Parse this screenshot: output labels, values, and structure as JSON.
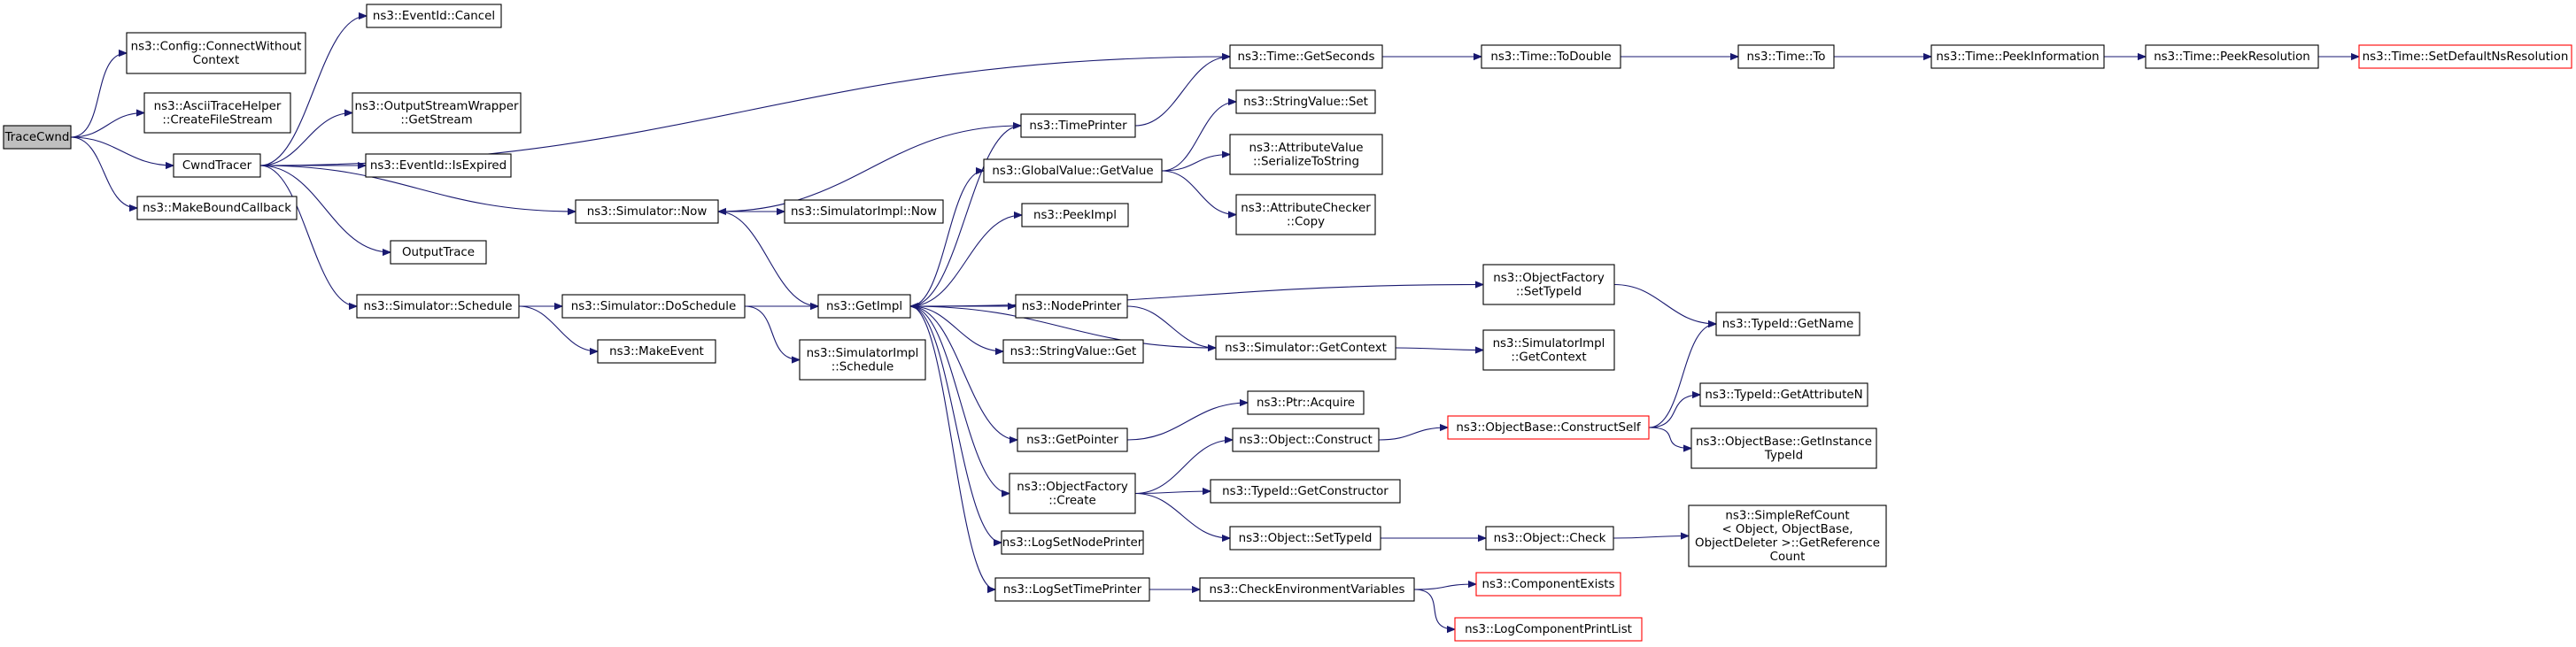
{
  "graph": {
    "type": "call-graph",
    "root": "TraceCwnd",
    "colors": {
      "edge": "#191970",
      "root_fill": "#bfbfbf",
      "truncated_border": "#ff0000"
    },
    "nodes": [
      {
        "id": "n1",
        "lines": [
          "TraceCwnd"
        ],
        "root": true
      },
      {
        "id": "n2",
        "lines": [
          "ns3::Config::ConnectWithout",
          "Context"
        ]
      },
      {
        "id": "n3",
        "lines": [
          "ns3::AsciiTraceHelper",
          "::CreateFileStream"
        ]
      },
      {
        "id": "n4",
        "lines": [
          "CwndTracer"
        ]
      },
      {
        "id": "n5",
        "lines": [
          "ns3::MakeBoundCallback"
        ]
      },
      {
        "id": "n6",
        "lines": [
          "ns3::EventId::Cancel"
        ]
      },
      {
        "id": "n7",
        "lines": [
          "ns3::OutputStreamWrapper",
          "::GetStream"
        ]
      },
      {
        "id": "n8",
        "lines": [
          "ns3::EventId::IsExpired"
        ]
      },
      {
        "id": "n9",
        "lines": [
          "ns3::Simulator::Now"
        ]
      },
      {
        "id": "n10",
        "lines": [
          "OutputTrace"
        ]
      },
      {
        "id": "n11",
        "lines": [
          "ns3::Simulator::Schedule"
        ]
      },
      {
        "id": "n12",
        "lines": [
          "ns3::Time::GetSeconds"
        ]
      },
      {
        "id": "n13",
        "lines": [
          "ns3::Time::ToDouble"
        ]
      },
      {
        "id": "n14",
        "lines": [
          "ns3::Time::To"
        ]
      },
      {
        "id": "n15",
        "lines": [
          "ns3::Time::PeekInformation"
        ]
      },
      {
        "id": "n16",
        "lines": [
          "ns3::Time::PeekResolution"
        ]
      },
      {
        "id": "n17",
        "lines": [
          "ns3::Time::SetDefaultNsResolution"
        ],
        "truncated": true
      },
      {
        "id": "n18",
        "lines": [
          "ns3::TimePrinter"
        ]
      },
      {
        "id": "n19",
        "lines": [
          "ns3::GlobalValue::GetValue"
        ]
      },
      {
        "id": "n20",
        "lines": [
          "ns3::StringValue::Set"
        ]
      },
      {
        "id": "n21",
        "lines": [
          "ns3::AttributeValue",
          "::SerializeToString"
        ]
      },
      {
        "id": "n22",
        "lines": [
          "ns3::AttributeChecker",
          "::Copy"
        ]
      },
      {
        "id": "n23",
        "lines": [
          "ns3::SimulatorImpl::Now"
        ]
      },
      {
        "id": "n24",
        "lines": [
          "ns3::PeekImpl"
        ]
      },
      {
        "id": "n25",
        "lines": [
          "ns3::GetImpl"
        ]
      },
      {
        "id": "n26",
        "lines": [
          "ns3::Simulator::DoSchedule"
        ]
      },
      {
        "id": "n27",
        "lines": [
          "ns3::MakeEvent"
        ]
      },
      {
        "id": "n28",
        "lines": [
          "ns3::SimulatorImpl",
          "::Schedule"
        ]
      },
      {
        "id": "n29",
        "lines": [
          "ns3::NodePrinter"
        ]
      },
      {
        "id": "n30",
        "lines": [
          "ns3::StringValue::Get"
        ]
      },
      {
        "id": "n31",
        "lines": [
          "ns3::Simulator::GetContext"
        ]
      },
      {
        "id": "n32",
        "lines": [
          "ns3::SimulatorImpl",
          "::GetContext"
        ]
      },
      {
        "id": "n33",
        "lines": [
          "ns3::ObjectFactory",
          "::SetTypeId"
        ]
      },
      {
        "id": "n34",
        "lines": [
          "ns3::TypeId::GetName"
        ]
      },
      {
        "id": "n35",
        "lines": [
          "ns3::Ptr::Acquire"
        ]
      },
      {
        "id": "n36",
        "lines": [
          "ns3::GetPointer"
        ]
      },
      {
        "id": "n37",
        "lines": [
          "ns3::ObjectBase::ConstructSelf"
        ],
        "truncated": true
      },
      {
        "id": "n38",
        "lines": [
          "ns3::TypeId::GetAttributeN"
        ]
      },
      {
        "id": "n39",
        "lines": [
          "ns3::ObjectBase::GetInstance",
          "TypeId"
        ]
      },
      {
        "id": "n40",
        "lines": [
          "ns3::Object::Construct"
        ]
      },
      {
        "id": "n41",
        "lines": [
          "ns3::ObjectFactory",
          "::Create"
        ]
      },
      {
        "id": "n42",
        "lines": [
          "ns3::TypeId::GetConstructor"
        ]
      },
      {
        "id": "n43",
        "lines": [
          "ns3::Object::SetTypeId"
        ]
      },
      {
        "id": "n44",
        "lines": [
          "ns3::Object::Check"
        ]
      },
      {
        "id": "n45",
        "lines": [
          "ns3::SimpleRefCount",
          "< Object, ObjectBase,",
          "ObjectDeleter >::GetReference",
          "Count"
        ]
      },
      {
        "id": "n46",
        "lines": [
          "ns3::LogSetNodePrinter"
        ]
      },
      {
        "id": "n47",
        "lines": [
          "ns3::LogSetTimePrinter"
        ]
      },
      {
        "id": "n48",
        "lines": [
          "ns3::CheckEnvironmentVariables"
        ]
      },
      {
        "id": "n49",
        "lines": [
          "ns3::ComponentExists"
        ],
        "truncated": true
      },
      {
        "id": "n50",
        "lines": [
          "ns3::LogComponentPrintList"
        ],
        "truncated": true
      }
    ],
    "edges": [
      [
        "n1",
        "n2"
      ],
      [
        "n1",
        "n3"
      ],
      [
        "n1",
        "n4"
      ],
      [
        "n1",
        "n5"
      ],
      [
        "n4",
        "n6"
      ],
      [
        "n4",
        "n7"
      ],
      [
        "n4",
        "n8"
      ],
      [
        "n4",
        "n9"
      ],
      [
        "n4",
        "n10"
      ],
      [
        "n4",
        "n11"
      ],
      [
        "n4",
        "n12"
      ],
      [
        "n12",
        "n13"
      ],
      [
        "n13",
        "n14"
      ],
      [
        "n14",
        "n15"
      ],
      [
        "n15",
        "n16"
      ],
      [
        "n16",
        "n17"
      ],
      [
        "n18",
        "n9"
      ],
      [
        "n18",
        "n12"
      ],
      [
        "n9",
        "n23"
      ],
      [
        "n9",
        "n25"
      ],
      [
        "n11",
        "n26"
      ],
      [
        "n11",
        "n27"
      ],
      [
        "n26",
        "n25"
      ],
      [
        "n26",
        "n28"
      ],
      [
        "n25",
        "n18"
      ],
      [
        "n25",
        "n19"
      ],
      [
        "n25",
        "n24"
      ],
      [
        "n25",
        "n33"
      ],
      [
        "n25",
        "n29"
      ],
      [
        "n25",
        "n30"
      ],
      [
        "n25",
        "n36"
      ],
      [
        "n25",
        "n41"
      ],
      [
        "n25",
        "n46"
      ],
      [
        "n25",
        "n47"
      ],
      [
        "n19",
        "n20"
      ],
      [
        "n19",
        "n21"
      ],
      [
        "n19",
        "n22"
      ],
      [
        "n29",
        "n31"
      ],
      [
        "n31",
        "n25"
      ],
      [
        "n31",
        "n32"
      ],
      [
        "n33",
        "n34"
      ],
      [
        "n36",
        "n35"
      ],
      [
        "n41",
        "n40"
      ],
      [
        "n41",
        "n42"
      ],
      [
        "n41",
        "n43"
      ],
      [
        "n40",
        "n37"
      ],
      [
        "n37",
        "n34"
      ],
      [
        "n37",
        "n38"
      ],
      [
        "n37",
        "n39"
      ],
      [
        "n43",
        "n44"
      ],
      [
        "n44",
        "n45"
      ],
      [
        "n47",
        "n48"
      ],
      [
        "n48",
        "n49"
      ],
      [
        "n48",
        "n50"
      ]
    ]
  }
}
